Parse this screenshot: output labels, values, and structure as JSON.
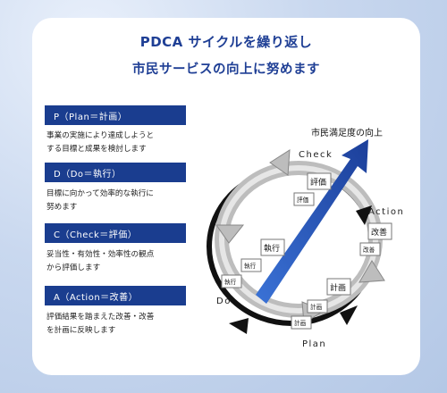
{
  "header": {
    "title_line1": "PDCA サイクルを繰り返し",
    "title_line2": "市民サービスの向上に努めます"
  },
  "phases": [
    {
      "label": "P（Plan＝計画）",
      "desc_line1": "事業の実施により達成しようと",
      "desc_line2": "する目標と成果を検討します"
    },
    {
      "label": "D（Do＝執行）",
      "desc_line1": "目標に向かって効率的な執行に",
      "desc_line2": "努めます"
    },
    {
      "label": "C（Check＝評価）",
      "desc_line1": "妥当性・有効性・効率性の観点",
      "desc_line2": "から評価します"
    },
    {
      "label": "A（Action＝改善）",
      "desc_line1": "評価結果を踏まえた改善・改善",
      "desc_line2": "を計画に反映します"
    }
  ],
  "diagram": {
    "arrow_caption": "市民満足度の向上",
    "stage_labels": {
      "check": "Check",
      "action": "Action",
      "plan": "Plan",
      "do": "Do"
    },
    "boxes": {
      "eval": "評価",
      "improve": "改善",
      "plan": "計画",
      "exec": "執行"
    },
    "colors": {
      "navy": "#1a3d8f",
      "arrow": "#1e4fb5",
      "ring_gray": "#b9b9b9",
      "ring_dark": "#111111"
    }
  }
}
